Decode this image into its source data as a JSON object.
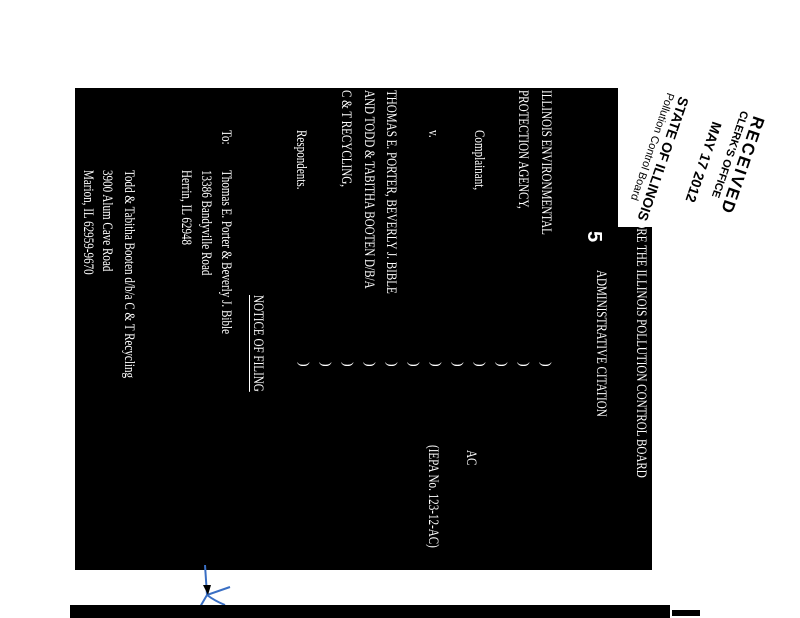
{
  "document": {
    "board_heading": "BEFORE THE ILLINOIS POLLUTION CONTROL BOARD",
    "citation_heading": "ADMINISTRATIVE CITATION",
    "handwritten_mark": "5",
    "complainant_line1": "ILLINOIS ENVIRONMENTAL",
    "complainant_line2": "PROTECTION AGENCY,",
    "complainant_label": "Complainant,",
    "versus": "v.",
    "case_type": "AC",
    "case_number": "(IEPA No. 123-12-AC)",
    "respondent_line1": "THOMAS E. PORTER, BEVERLY J. BIBLE",
    "respondent_line2": "AND TODD & TABITHA BOOTEN D/B/A",
    "respondent_line3": "C & T RECYCLING,",
    "respondents_label": "Respondents.",
    "notice_title": "NOTICE OF FILING",
    "to_label": "To:",
    "recipient1": {
      "name": "Thomas E. Porter & Beverly J. Bible",
      "street": "13386 Bandyville Road",
      "city": "Herrin, IL 62948"
    },
    "recipient2": {
      "name": "Todd & Tabitha Booten d/b/a C & T Recycling",
      "street": "3900 Alum Cave Road",
      "city": "Marion, IL 62959-9670"
    }
  },
  "stamp": {
    "line1": "RECEIVED",
    "line2": "CLERK'S OFFICE",
    "line3": "MAY 17 2012",
    "line4": "STATE OF ILLINOIS",
    "line5": "Pollution Control Board"
  },
  "colors": {
    "background": "#000000",
    "text": "#ffffff",
    "signature": "#3a6fc4"
  }
}
